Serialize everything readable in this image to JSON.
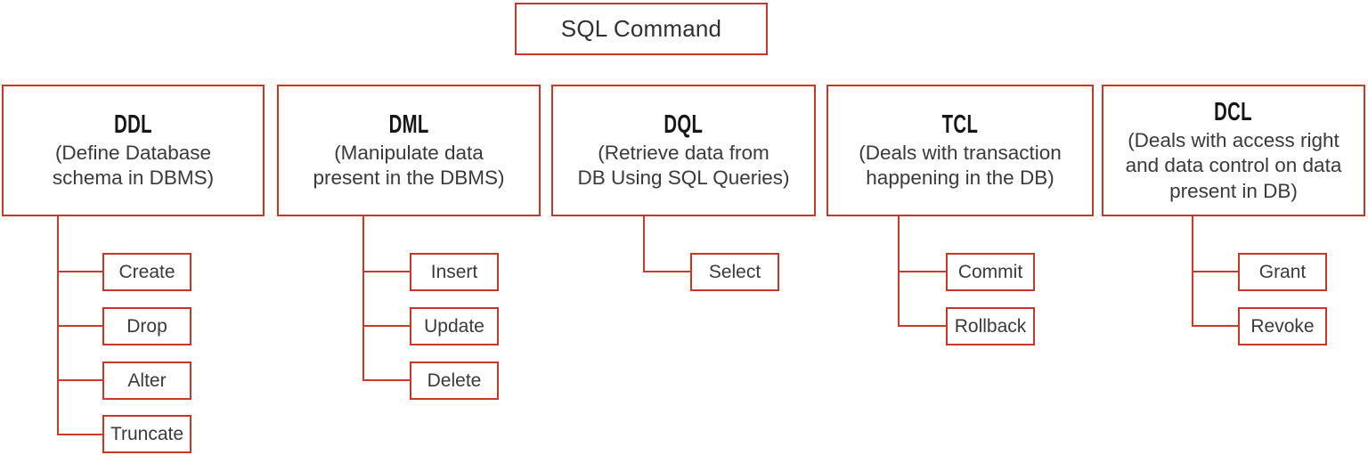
{
  "title": "SQL Command",
  "colors": {
    "box_border": "#c63928",
    "connector": "#cf3a28",
    "heading_text": "#161616",
    "body_text": "#3a3a3a",
    "background": "#ffffff"
  },
  "categories": [
    {
      "abbr": "DDL",
      "desc_lines": [
        "(Define Database",
        "schema in DBMS)"
      ],
      "children": [
        "Create",
        "Drop",
        "Alter",
        "Truncate"
      ]
    },
    {
      "abbr": "DML",
      "desc_lines": [
        "(Manipulate data",
        "present in the DBMS)"
      ],
      "children": [
        "Insert",
        "Update",
        "Delete"
      ]
    },
    {
      "abbr": "DQL",
      "desc_lines": [
        "(Retrieve data from",
        "DB Using SQL Queries)"
      ],
      "children": [
        "Select"
      ]
    },
    {
      "abbr": "TCL",
      "desc_lines": [
        "(Deals with transaction",
        "happening in the DB)"
      ],
      "children": [
        "Commit",
        "Rollback"
      ]
    },
    {
      "abbr": "DCL",
      "desc_lines": [
        "(Deals with access right",
        "and data control on data",
        "present in DB)"
      ],
      "children": [
        "Grant",
        "Revoke"
      ]
    }
  ]
}
